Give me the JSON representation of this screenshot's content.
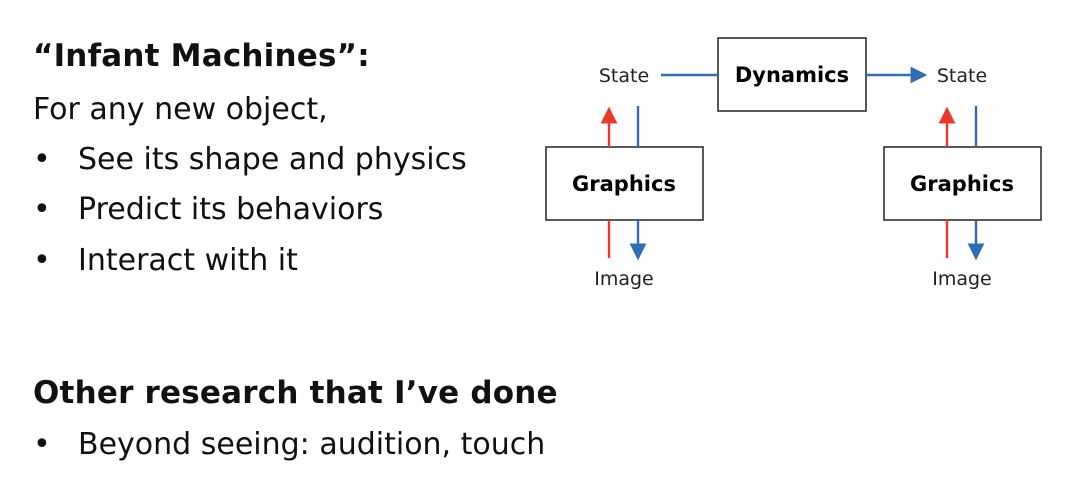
{
  "section1": {
    "title": "“Infant Machines”:",
    "intro": "For any new object,",
    "bullets": [
      "See its shape and physics",
      "Predict its behaviors",
      "Interact with it"
    ]
  },
  "section2": {
    "title": "Other research that I’ve done",
    "bullets": [
      "Beyond seeing: audition, touch"
    ]
  },
  "bullet_glyph": "•",
  "diagram": {
    "dynamics_label": "Dynamics",
    "left": {
      "state_label": "State",
      "graphics_label": "Graphics",
      "image_label": "Image"
    },
    "right": {
      "state_label": "State",
      "graphics_label": "Graphics",
      "image_label": "Image"
    },
    "colors": {
      "red_arrow": "#e8392a",
      "blue_arrow": "#2f6db5",
      "box_stroke": "#222222"
    }
  }
}
